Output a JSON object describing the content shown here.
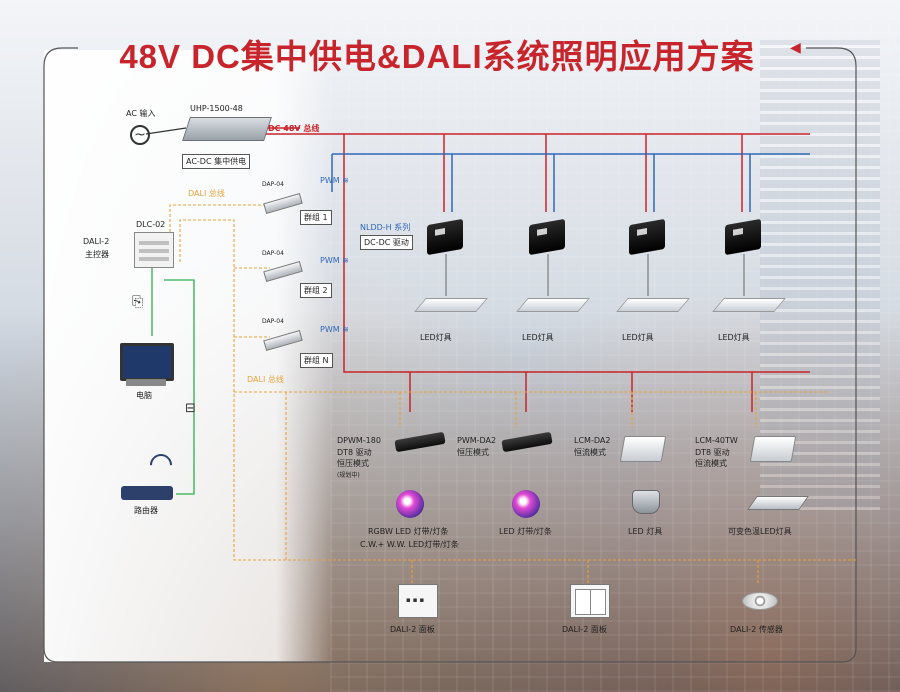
{
  "title": "48V DC集中供电&DALI系统照明应用方案",
  "power": {
    "ac_input": "AC 输入",
    "psu_model": "UHP-1500-48",
    "psu_caption": "AC-DC 集中供电",
    "dc_bus": "DC 48V 总线"
  },
  "controller": {
    "model": "DLC-02",
    "label_line1": "DALI-2",
    "label_line2": "主控器",
    "dali_bus_top": "DALI 总线",
    "dali_bus_bottom": "DALI 总线"
  },
  "groups": [
    {
      "dap": "DAP-04",
      "pwm": "PWM",
      "group": "群组 1"
    },
    {
      "dap": "DAP-04",
      "pwm": "PWM",
      "group": "群组 2"
    },
    {
      "dap": "DAP-04",
      "pwm": "PWM",
      "group": "群组 N"
    }
  ],
  "nldd": {
    "series": "NLDD-H 系列",
    "caption": "DC-DC 驱动",
    "fixture_label": "LED灯具"
  },
  "pc": {
    "label": "电脑"
  },
  "router": {
    "label": "路由器"
  },
  "bottom_drivers": [
    {
      "model": "DPWM-180",
      "line2": "DT8 驱动",
      "line3": "恒压模式",
      "note": "(规划中)",
      "load": "RGBW LED 灯带/灯条",
      "load2": "C.W.+ W.W. LED灯带/灯条"
    },
    {
      "model": "PWM-DA2",
      "line2": "恒压模式",
      "line3": "",
      "note": "",
      "load": "LED 灯带/灯条",
      "load2": ""
    },
    {
      "model": "LCM-DA2",
      "line2": "恒流模式",
      "line3": "",
      "note": "",
      "load": "LED 灯具",
      "load2": ""
    },
    {
      "model": "LCM-40TW",
      "line2": "DT8 驱动",
      "line3": "恒流模式",
      "note": "",
      "load": "可变色温LED灯具",
      "load2": ""
    }
  ],
  "inputs": [
    {
      "label": "DALI-2 面板"
    },
    {
      "label": "DALI-2 面板"
    },
    {
      "label": "DALI-2 传感器"
    }
  ],
  "colors": {
    "title_red": "#c8242b",
    "dc_bus_red": "#c8242b",
    "pwm_blue": "#2f68b8",
    "dali_orange": "#e8a33a",
    "comm_green": "#2fae4b",
    "frame_gray": "#555555"
  }
}
